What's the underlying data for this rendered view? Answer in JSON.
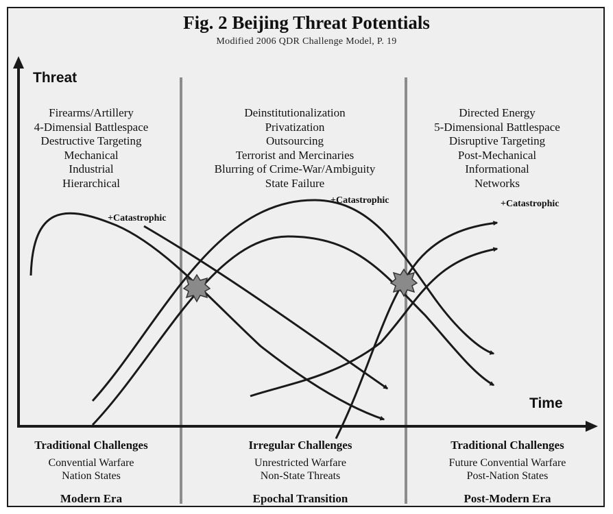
{
  "title": "Fig. 2 Beijing Threat Potentials",
  "subtitle": "Modified 2006 QDR Challenge Model, P. 19",
  "axes": {
    "y_label": "Threat",
    "x_label": "Time"
  },
  "eras_top": {
    "modern": [
      "Firearms/Artillery",
      "4-Dimensial Battlespace",
      "Destructive Targeting",
      "Mechanical",
      "Industrial",
      "Hierarchical"
    ],
    "transition": [
      "Deinstitutionalization",
      "Privatization",
      "Outsourcing",
      "Terrorist and Mercinaries",
      "Blurring of Crime-War/Ambiguity",
      "State Failure"
    ],
    "postmodern": [
      "Directed Energy",
      "5-Dimensional Battlespace",
      "Disruptive Targeting",
      "Post-Mechanical",
      "Informational",
      "Networks"
    ]
  },
  "catastrophic_labels": [
    "+Catastrophic",
    "+Catastrophic",
    "+Catastrophic"
  ],
  "bottom": [
    {
      "challenge": "Traditional Challenges",
      "lines": [
        "Convential Warfare",
        "Nation States"
      ],
      "era": "Modern Era"
    },
    {
      "challenge": "Irregular Challenges",
      "lines": [
        "Unrestricted Warfare",
        "Non-State Threats"
      ],
      "era": "Epochal Transition"
    },
    {
      "challenge": "Traditional Challenges",
      "lines": [
        "Future Convential Warfare",
        "Post-Nation States"
      ],
      "era": "Post-Modern Era"
    }
  ],
  "colors": {
    "background": "#efefef",
    "lines": "#1a1a1a",
    "divider": "#8c8c8c",
    "burst": "#8a8a8a"
  }
}
